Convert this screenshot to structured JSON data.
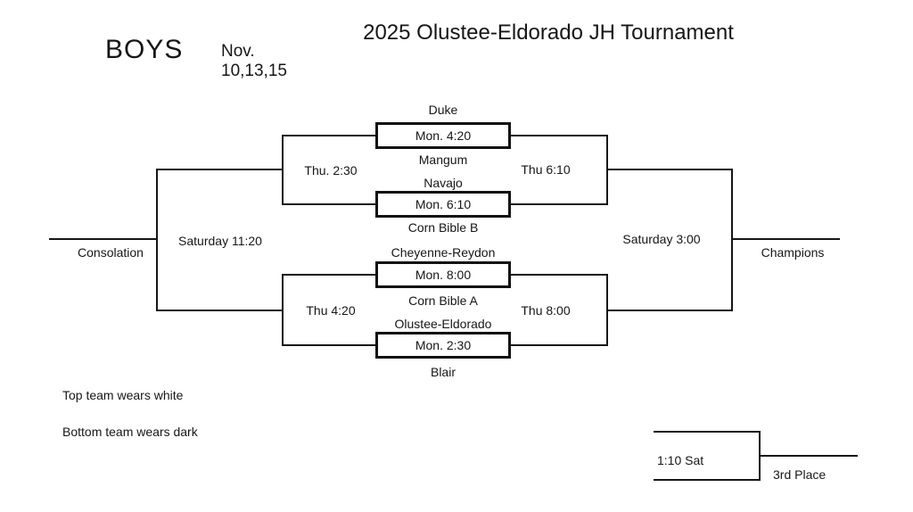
{
  "header": {
    "division": "BOYS",
    "dates_line1": "Nov.",
    "dates_line2": "10,13,15",
    "title": "2025 Olustee-Eldorado JH Tournament"
  },
  "games": [
    {
      "top_team": "Duke",
      "time": "Mon. 4:20",
      "bottom_team": "Mangum"
    },
    {
      "top_team": "Navajo",
      "time": "Mon. 6:10",
      "bottom_team": "Corn Bible B"
    },
    {
      "top_team": "Cheyenne-Reydon",
      "time": "Mon. 8:00",
      "bottom_team": "Corn Bible A"
    },
    {
      "top_team": "Olustee-Eldorado",
      "time": "Mon. 2:30",
      "bottom_team": "Blair"
    }
  ],
  "consolation_bracket": {
    "semi_top_time": "Thu. 2:30",
    "semi_bottom_time": "Thu 4:20",
    "final_time": "Saturday 11:20",
    "result_label": "Consolation"
  },
  "championship_bracket": {
    "semi_top_time": "Thu 6:10",
    "semi_bottom_time": "Thu 8:00",
    "final_time": "Saturday 3:00",
    "result_label": "Champions"
  },
  "third_place": {
    "time": "1:10 Sat",
    "label": "3rd Place"
  },
  "notes": [
    "Top team wears white",
    "Bottom team wears dark"
  ],
  "colors": {
    "line": "#161616",
    "background": "#ffffff",
    "text": "#161616"
  }
}
